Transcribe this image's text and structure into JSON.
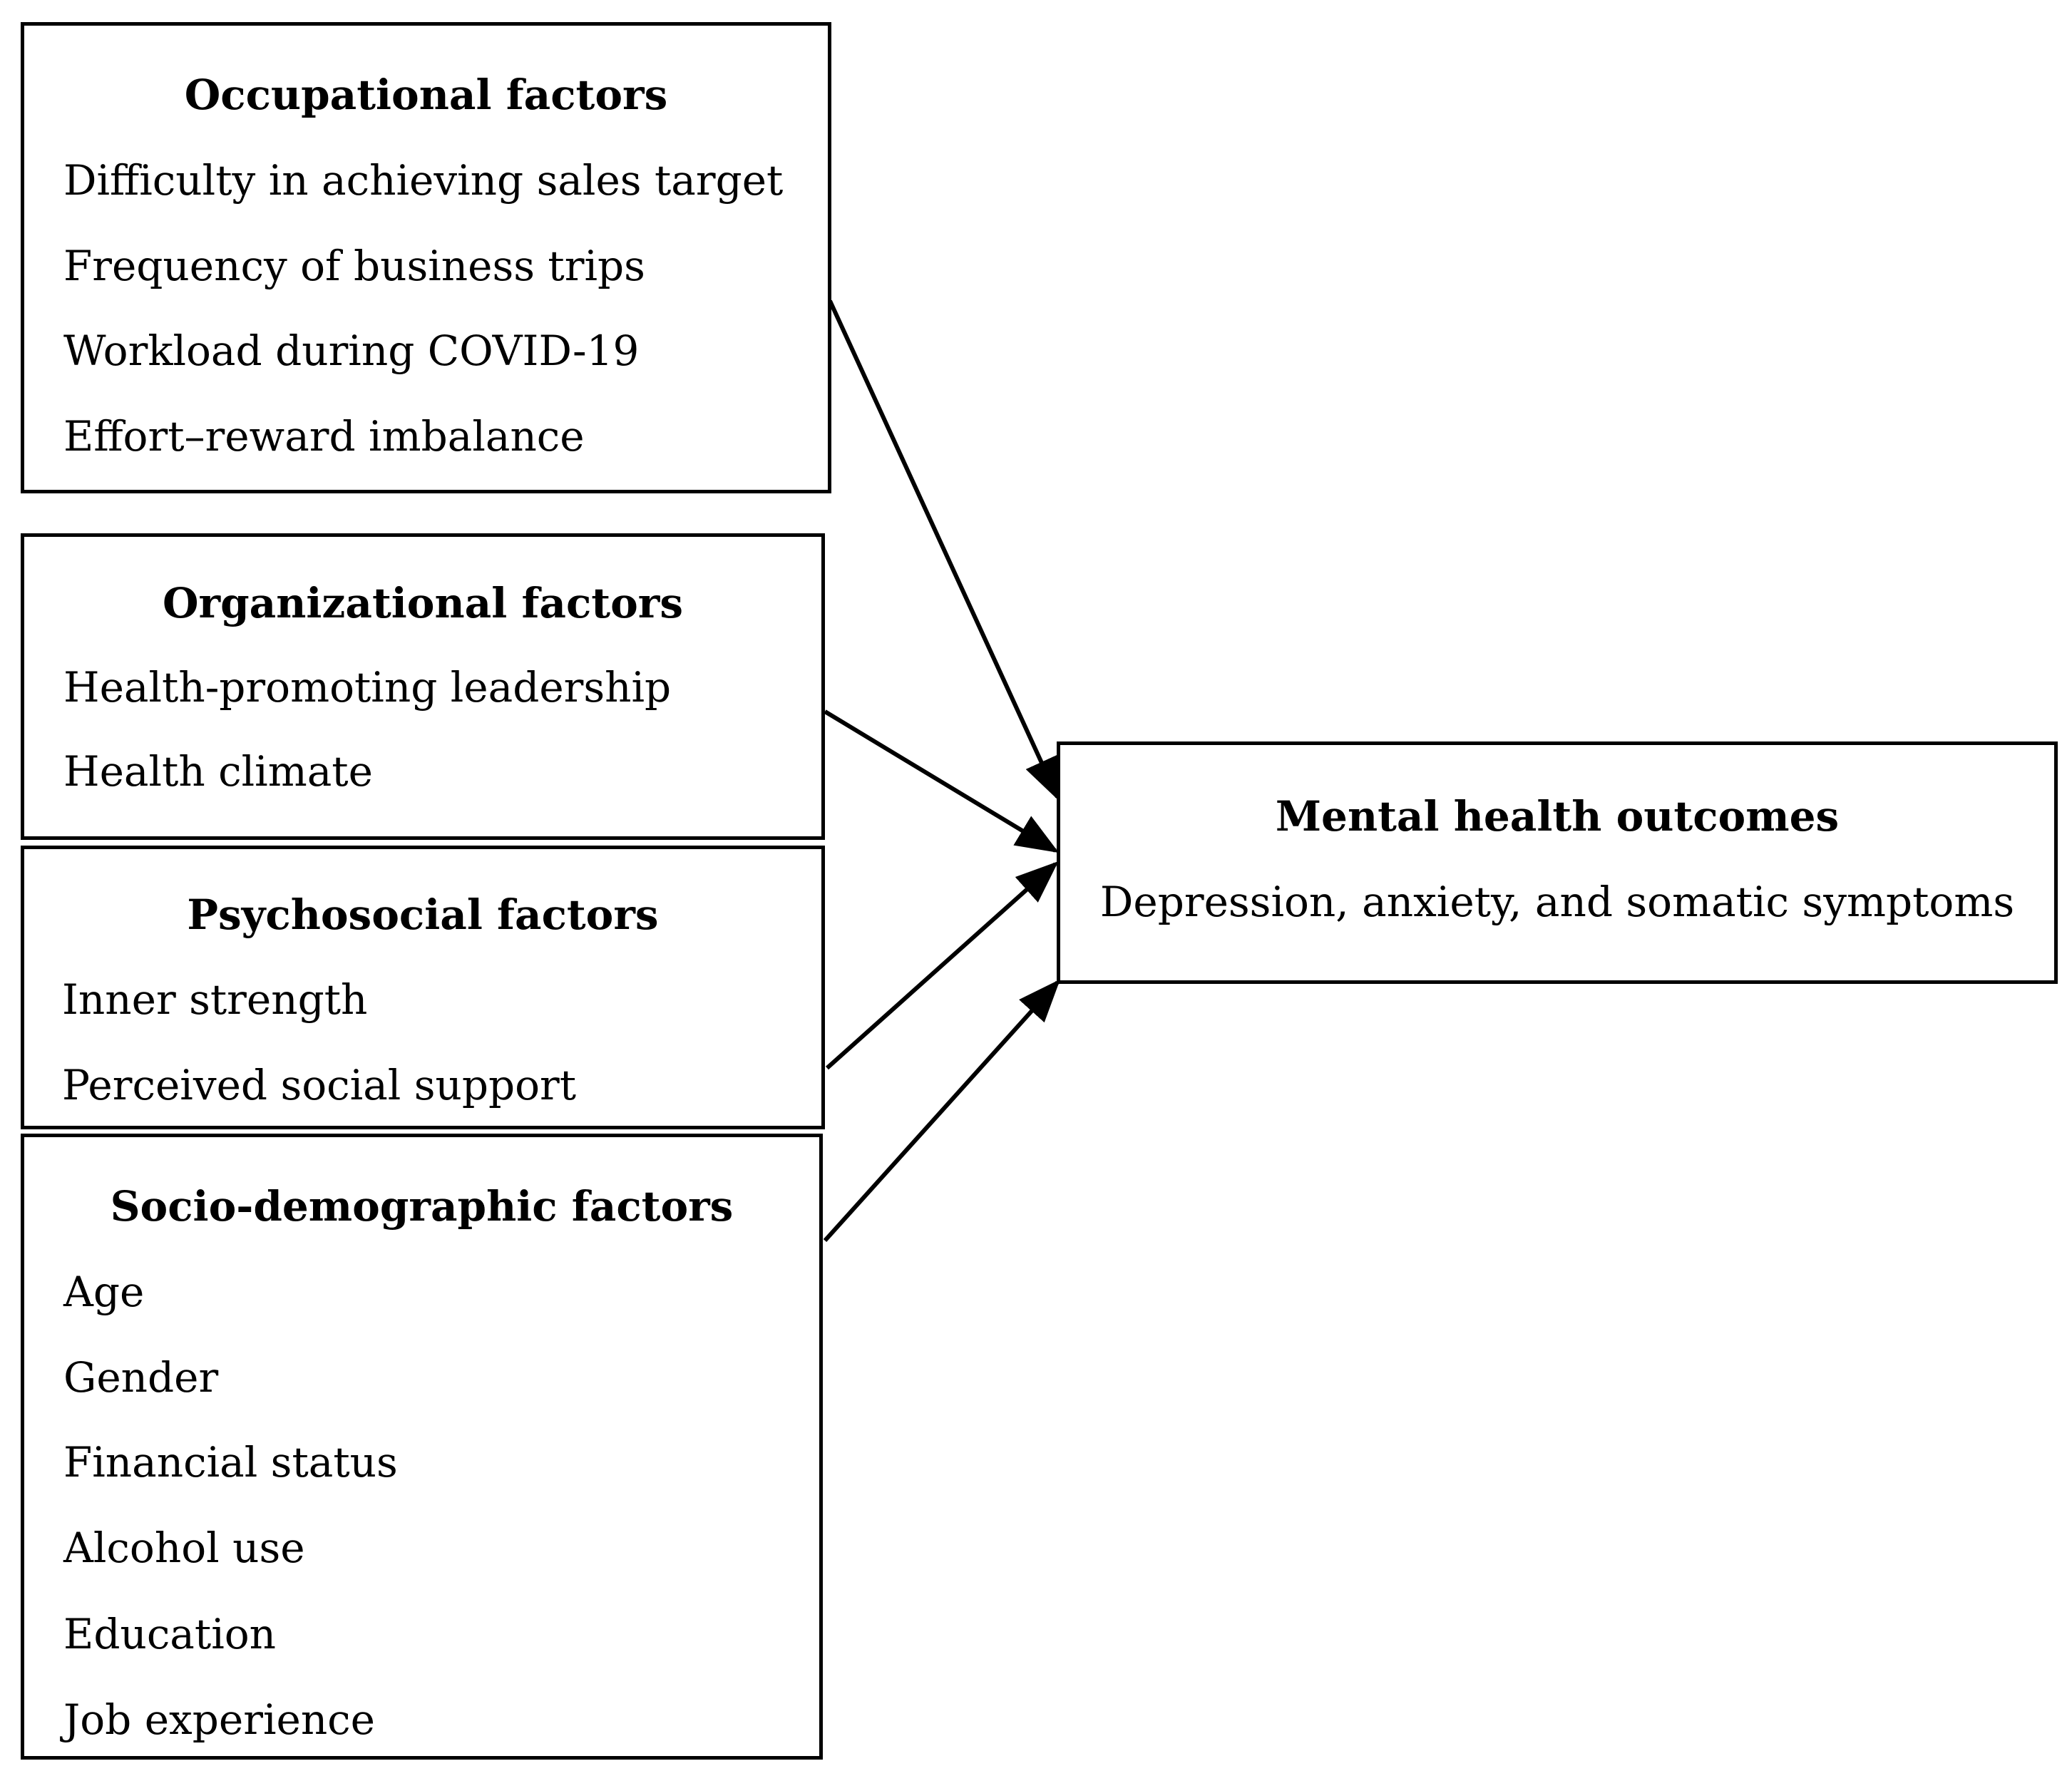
{
  "colors": {
    "stroke": "#000000",
    "background": "#ffffff"
  },
  "occupational": {
    "title": "Occupational factors",
    "items": [
      "Difficulty in achieving sales target",
      "Frequency of business trips",
      "Workload during COVID-19",
      "Effort–reward imbalance"
    ]
  },
  "organizational": {
    "title": "Organizational factors",
    "items": [
      "Health-promoting leadership",
      "Health climate"
    ]
  },
  "psychosocial": {
    "title": "Psychosocial factors",
    "items": [
      "Inner strength",
      "Perceived social support"
    ]
  },
  "sociodemographic": {
    "title": "Socio-demographic factors",
    "items": [
      "Age",
      "Gender",
      "Financial status",
      "Alcohol use",
      "Education",
      "Job experience"
    ]
  },
  "outcomes": {
    "title": "Mental health outcomes",
    "items": [
      "Depression, anxiety, and somatic symptoms"
    ]
  }
}
